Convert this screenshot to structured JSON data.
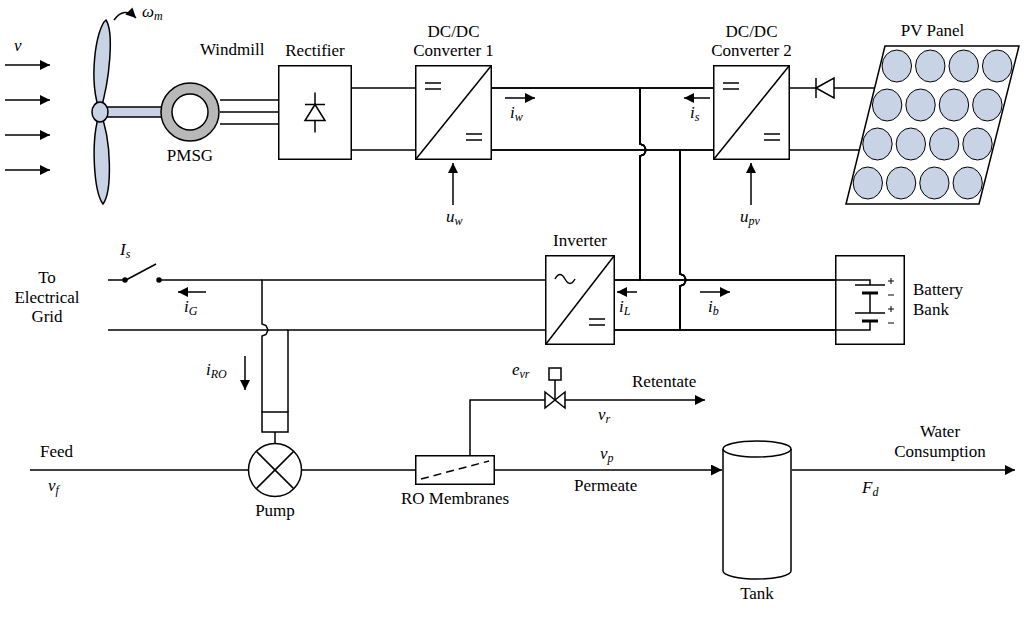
{
  "diagram": {
    "nodes": [
      {
        "text": [
          "PMSG"
        ]
      },
      {
        "text": [
          "Rectifier"
        ]
      },
      {
        "text": [
          "DC/DC Converter 1"
        ]
      },
      {
        "text": [
          "DC/DC Converter 2"
        ]
      },
      {
        "text": [
          "PV Panel"
        ]
      },
      {
        "text": [
          "Inverter"
        ]
      },
      {
        "text": [
          "Battery Bank"
        ]
      },
      {
        "text": [
          "Pump"
        ]
      },
      {
        "text": [
          "RO Membranes"
        ]
      },
      {
        "text": [
          "Tank"
        ]
      }
    ],
    "edges": [
      {
        "from": 0,
        "to": 1,
        "arrow": "none"
      },
      {
        "from": 1,
        "to": 2,
        "arrow": "none"
      },
      {
        "from": 2,
        "to": 5,
        "arrow": "none"
      },
      {
        "from": 2,
        "to": 6,
        "arrow": "none"
      },
      {
        "from": 3,
        "to": 5,
        "arrow": "none"
      },
      {
        "from": 3,
        "to": 6,
        "arrow": "none"
      },
      {
        "from": 4,
        "to": 3,
        "arrow": "none"
      },
      {
        "from": 5,
        "to": 7,
        "arrow": "none"
      },
      {
        "from": 7,
        "to": 8,
        "arrow": "none"
      },
      {
        "from": 8,
        "to": 9,
        "arrow": "to"
      }
    ],
    "labels": [
      "v",
      "ωm",
      "Windmill",
      "iw",
      "is",
      "uw",
      "upv",
      "To Electrical Grid",
      "Is",
      "iG",
      "iL",
      "ib",
      "iRO",
      "Feed",
      "vf",
      "evr",
      "Retentate",
      "vr",
      "vp",
      "Permeate",
      "Water Consumption",
      "Fd"
    ]
  }
}
